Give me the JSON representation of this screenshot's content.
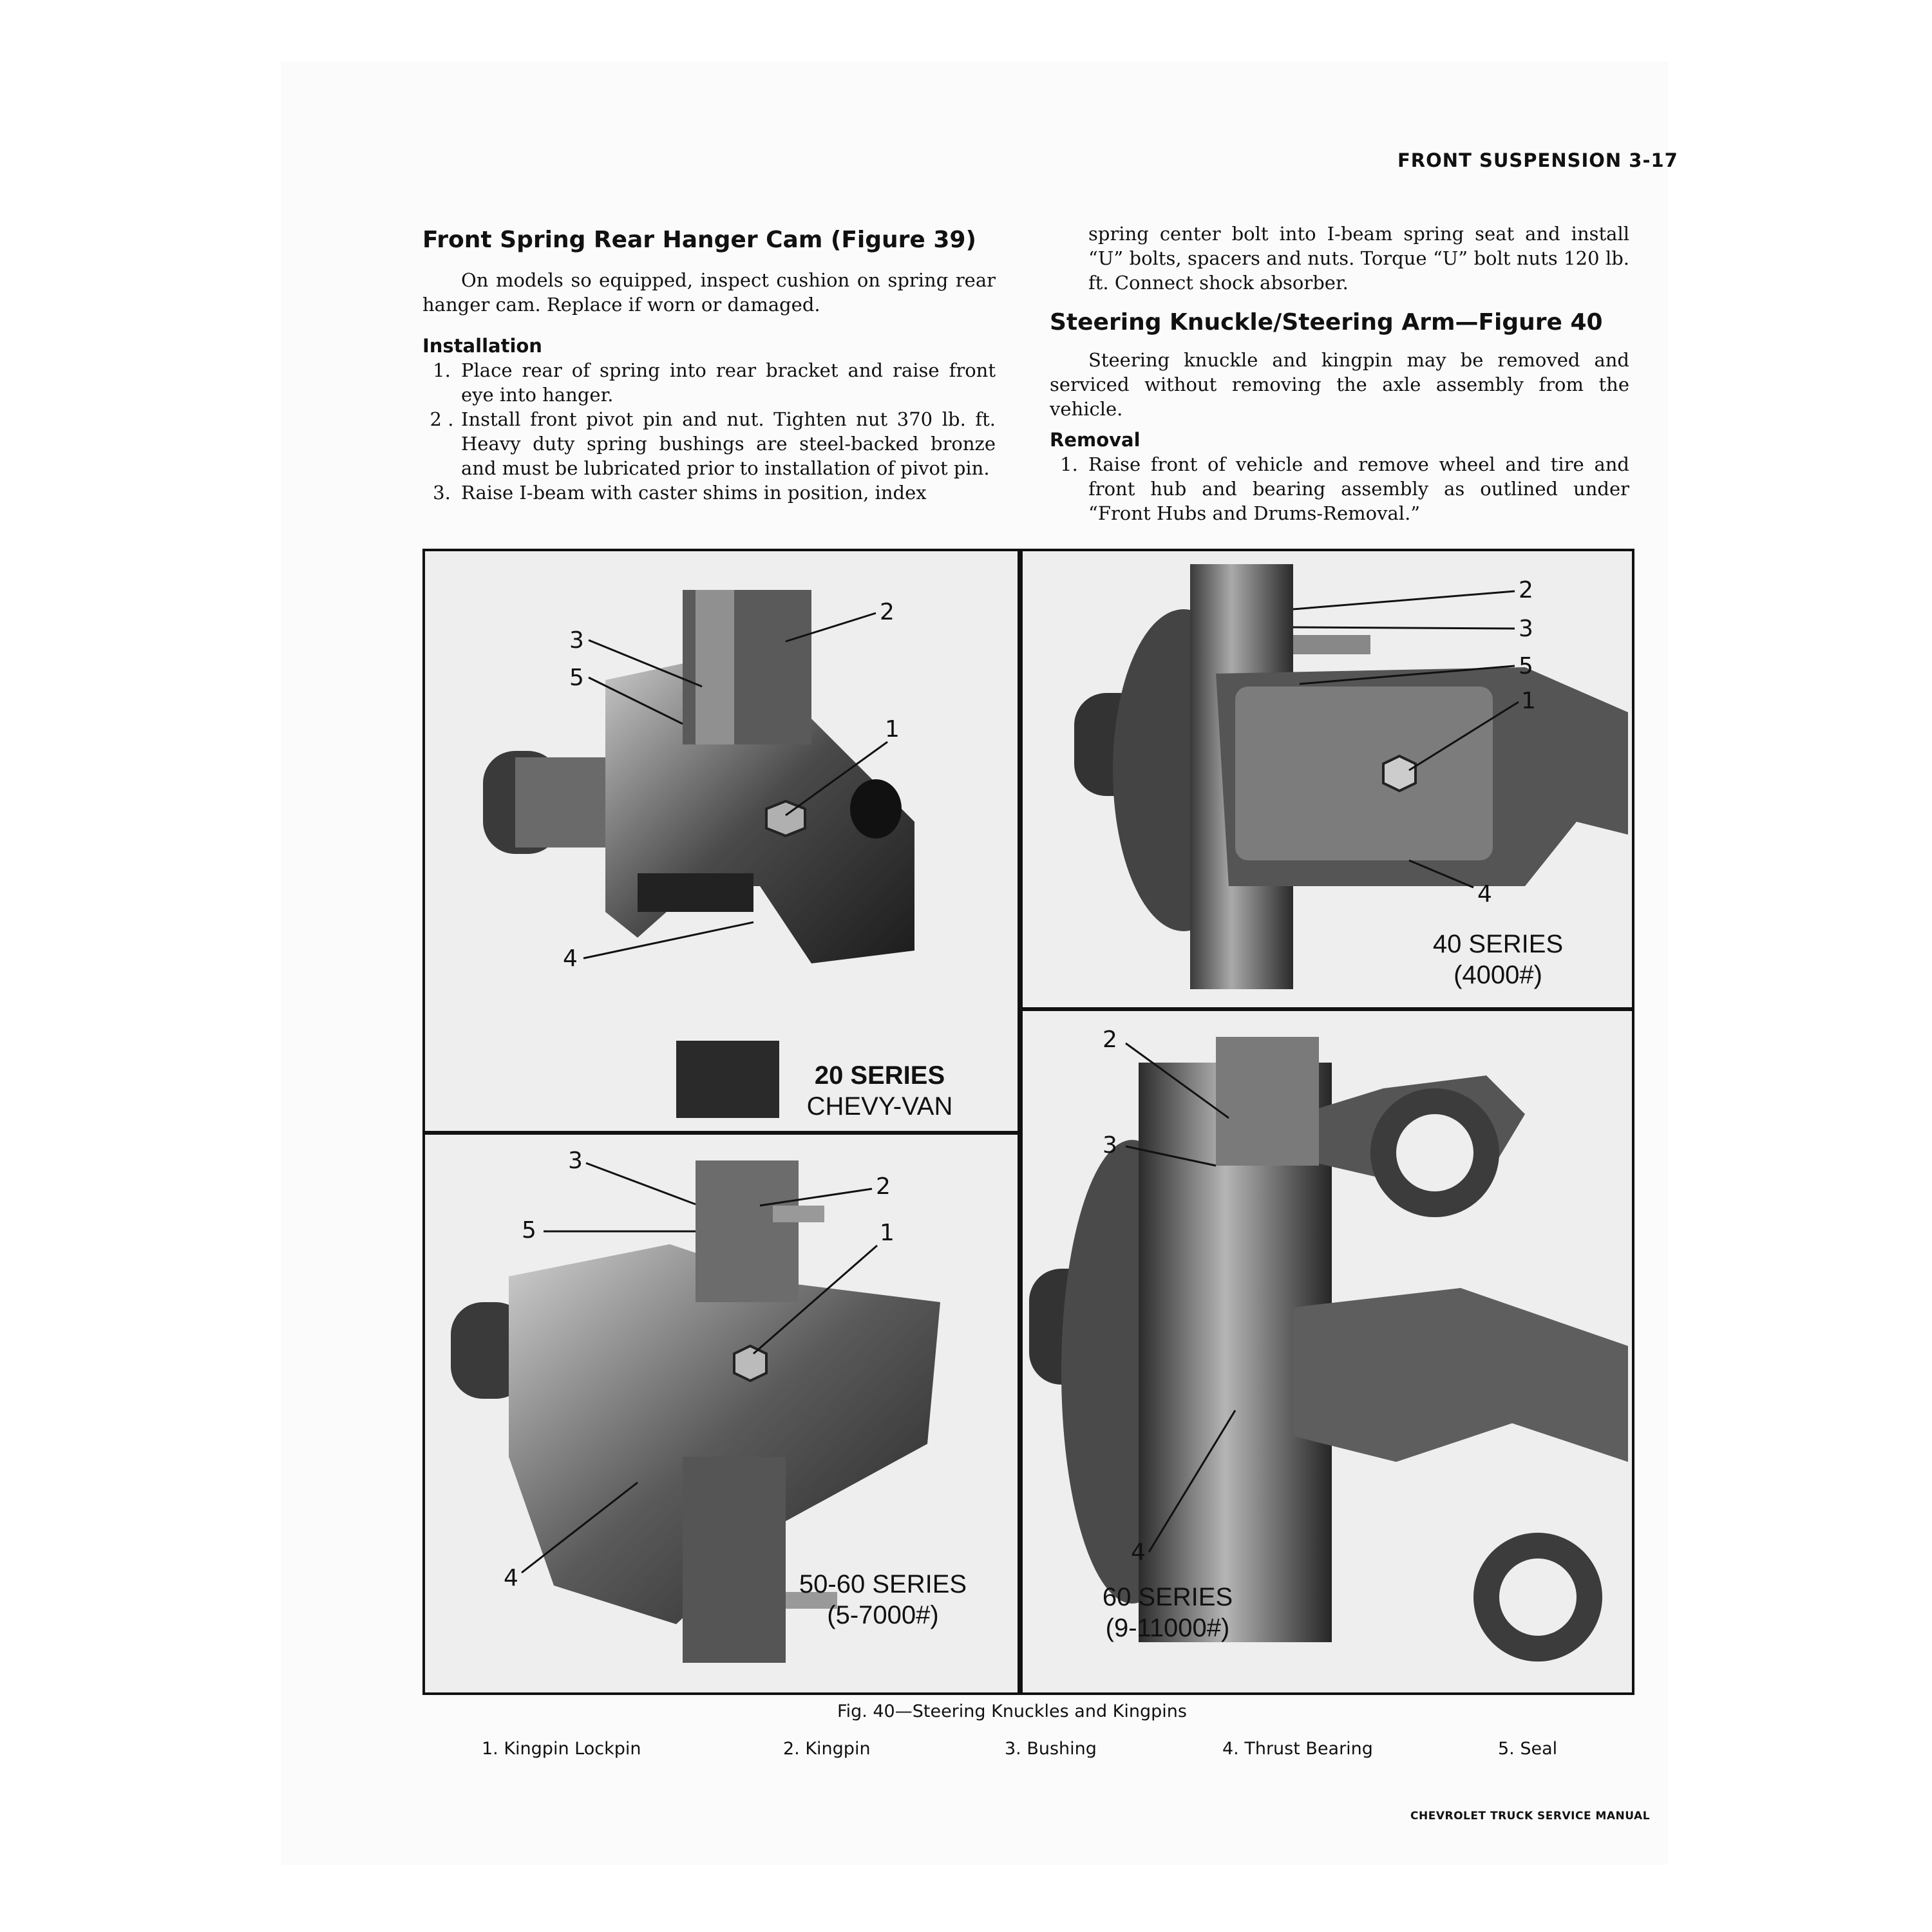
{
  "header": {
    "running_title": "FRONT SUSPENSION 3-17"
  },
  "left_column": {
    "section_title": "Front Spring Rear Hanger Cam (Figure 39)",
    "intro": "On models so equipped, inspect cushion on spring rear hanger cam. Replace if worn or damaged.",
    "installation_heading": "Installation",
    "installation_steps": [
      {
        "num": "1.",
        "text": "Place rear of spring into rear bracket and raise front eye into hanger."
      },
      {
        "num": "2 .",
        "text": "Install front pivot pin and nut. Tighten nut 370 lb. ft. Heavy duty spring bushings are steel-backed bronze and must be lubricated prior to installation of pivot pin."
      },
      {
        "num": "3.",
        "text": "Raise I-beam with caster shims in position, index"
      }
    ]
  },
  "right_column": {
    "continuation": "spring center bolt into I-beam spring seat and install “U” bolts, spacers and nuts. Torque “U” bolt nuts 120 lb. ft. Connect shock absorber.",
    "section_title": "Steering Knuckle/Steering Arm—Figure 40",
    "intro": "Steering knuckle and kingpin may be removed and serviced without removing the axle assembly from the vehicle.",
    "removal_heading": "Removal",
    "removal_steps": [
      {
        "num": "1.",
        "text": "Raise front of vehicle and remove wheel and tire and front hub and bearing assembly as outlined under “Front Hubs and Drums-Removal.”"
      }
    ]
  },
  "figure": {
    "panels": {
      "p20": {
        "line1": "20 SERIES",
        "line2": "CHEVY-VAN",
        "callouts": [
          "3",
          "5",
          "2",
          "1",
          "4"
        ]
      },
      "p40": {
        "line1": "40 SERIES",
        "line2": "(4000#)",
        "callouts": [
          "2",
          "3",
          "5",
          "1",
          "4"
        ]
      },
      "p5060": {
        "line1": "50-60 SERIES",
        "line2": "(5-7000#)",
        "callouts": [
          "3",
          "5",
          "2",
          "1",
          "4"
        ]
      },
      "p60": {
        "line1": "60 SERIES",
        "line2": "(9-11000#)",
        "callouts": [
          "2",
          "3",
          "4"
        ]
      }
    },
    "caption": "Fig. 40—Steering Knuckles and Kingpins",
    "legend": [
      "1. Kingpin Lockpin",
      "2. Kingpin",
      "3. Bushing",
      "4. Thrust Bearing",
      "5. Seal"
    ]
  },
  "footer": {
    "text": "CHEVROLET TRUCK SERVICE MANUAL"
  }
}
